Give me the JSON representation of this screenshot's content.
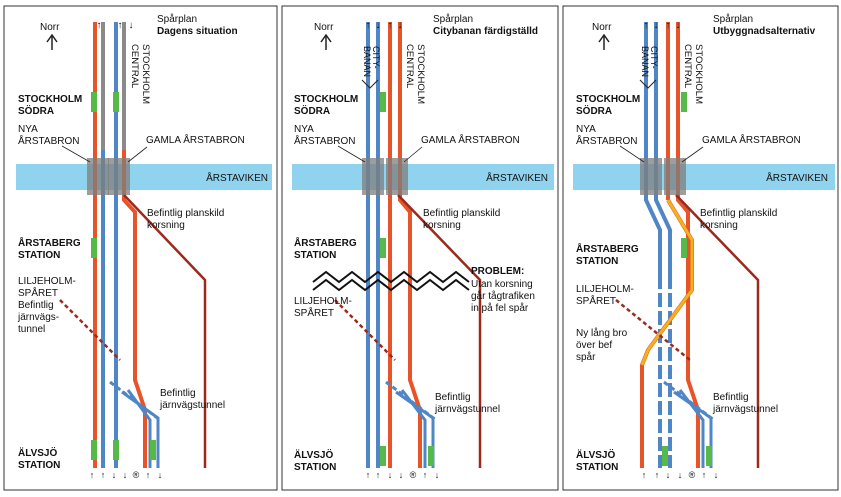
{
  "colors": {
    "water": "#8fd3ef",
    "red_track": "#e8542a",
    "blue_track": "#4f86c6",
    "grey_track": "#8a8a8a",
    "dark_red_track": "#9b2a1c",
    "platform": "#57b947",
    "yellow_track": "#f2b21c",
    "bridge": "#7d7d7d"
  },
  "arrows": {
    "panel1_top": [
      "↑",
      "↑",
      "↓"
    ],
    "panel2_top": [
      "↑",
      "↓",
      "↑",
      "↓"
    ],
    "panel3_top": [
      "↑",
      "↓",
      "↑",
      "↓"
    ],
    "panel1_bottom": [
      "↑",
      "↑",
      "↓",
      "↓",
      "®",
      "↑",
      "↓"
    ],
    "panel2_bottom": [
      "↑",
      "↑",
      "↓",
      "↓",
      "®",
      "↑",
      "↓"
    ],
    "panel3_bottom": [
      "↑",
      "↑",
      "↓",
      "↓",
      "®",
      "↑",
      "↓"
    ]
  },
  "panels": [
    {
      "north": "Norr",
      "plan_title": "Spårplan",
      "plan_subtitle": "Dagens situation",
      "stockholm_central": [
        "STOCKHOLM",
        "CENTRAL"
      ],
      "stockholm_sodra": [
        "STOCKHOLM",
        "SÖDRA"
      ],
      "nya_arstabron": [
        "NYA",
        "ÅRSTABRON"
      ],
      "gamla_arstabron": "GAMLA ÅRSTABRON",
      "arstaviken": "ÅRSTAVIKEN",
      "planskild": [
        "Befintlig planskild",
        "korsning"
      ],
      "arstaberg": [
        "ÅRSTABERG",
        "STATION"
      ],
      "liljeholm": [
        "LILJEHOLM-",
        "SPÅRET",
        "Befintlig",
        "järnvägs-",
        "tunnel"
      ],
      "tunnel": [
        "Befintlig",
        "järnvägstunnel"
      ],
      "alvsjo": [
        "ÄLVSJÖ",
        "STATION"
      ]
    },
    {
      "north": "Norr",
      "plan_title": "Spårplan",
      "plan_subtitle": "Citybanan färdigställd",
      "citybanan": [
        "CITY-",
        "BANAN"
      ],
      "stockholm_central": [
        "STOCKHOLM",
        "CENTRAL"
      ],
      "stockholm_sodra": [
        "STOCKHOLM",
        "SÖDRA"
      ],
      "nya_arstabron": [
        "NYA",
        "ÅRSTABRON"
      ],
      "gamla_arstabron": "GAMLA ÅRSTABRON",
      "arstaviken": "ÅRSTAVIKEN",
      "planskild": [
        "Befintlig planskild",
        "korsning"
      ],
      "arstaberg": [
        "ÅRSTABERG",
        "STATION"
      ],
      "problem_title": "PROBLEM:",
      "problem_text": [
        "Utan korsning",
        "går tågtrafiken",
        "in på fel spår"
      ],
      "liljeholm": [
        "LILJEHOLM-",
        "SPÅRET"
      ],
      "tunnel": [
        "Befintlig",
        "järnvägstunnel"
      ],
      "alvsjo": [
        "ÄLVSJÖ",
        "STATION"
      ]
    },
    {
      "north": "Norr",
      "plan_title": "Spårplan",
      "plan_subtitle": "Utbyggnadsalternativ",
      "citybanan": [
        "CITY-",
        "BANAN"
      ],
      "stockholm_central": [
        "STOCKHOLM",
        "CENTRAL"
      ],
      "stockholm_sodra": [
        "STOCKHOLM",
        "SÖDRA"
      ],
      "nya_arstabron": [
        "NYA",
        "ÅRSTABRON"
      ],
      "gamla_arstabron": "GAMLA ÅRSTABRON",
      "arstaviken": "ÅRSTAVIKEN",
      "planskild": [
        "Befintlig planskild",
        "korsning"
      ],
      "arstaberg": [
        "ÅRSTABERG",
        "STATION"
      ],
      "liljeholm": [
        "LILJEHOLM-",
        "SPÅRET"
      ],
      "ny_bro": [
        "Ny lång bro",
        "över bef",
        "spår"
      ],
      "tunnel": [
        "Befintlig",
        "järnvägstunnel"
      ],
      "alvsjo": [
        "ÄLVSJÖ",
        "STATION"
      ]
    }
  ]
}
